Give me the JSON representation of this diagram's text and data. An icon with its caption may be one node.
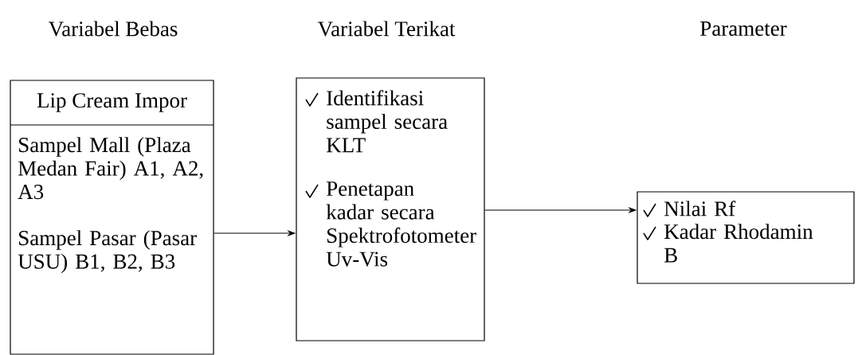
{
  "diagram": {
    "nodes": [
      {
        "text": [
          "Lip Cream Impor",
          "Sampel Mall (Plaza Medan Fair) A1, A2, A3",
          "Sampel Pasar (Pasar USU) B1, B2, B3"
        ]
      },
      {
        "text": [
          "Identifikasi sampel secara KLT",
          "Penetapan kadar secara Spektrofotometer Uv-Vis"
        ]
      },
      {
        "text": [
          "Nilai Rf",
          "Kadar Rhodamin B"
        ]
      }
    ],
    "edges": [
      {
        "from": 0,
        "to": 1,
        "arrow": "to"
      },
      {
        "from": 1,
        "to": 2,
        "arrow": "to"
      }
    ],
    "labels": [
      "Variabel Bebas",
      "Variabel Terikat",
      "Parameter"
    ]
  }
}
